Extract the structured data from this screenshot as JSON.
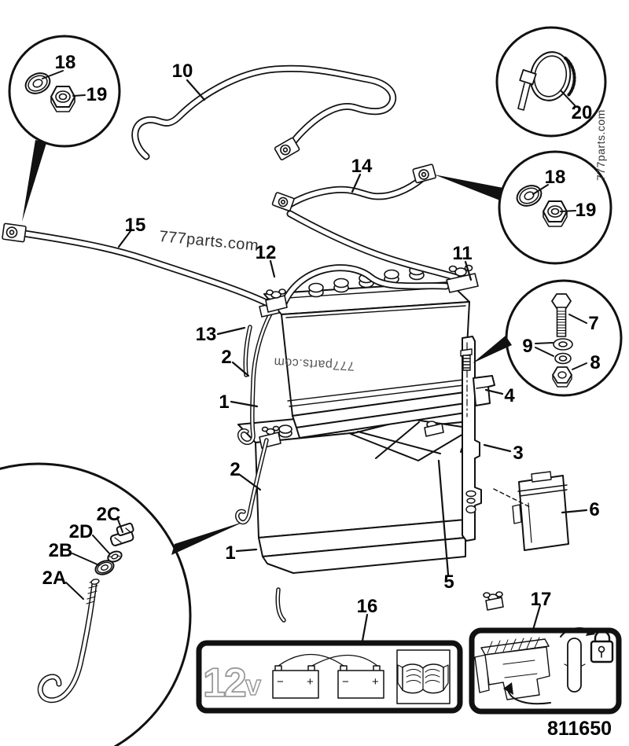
{
  "diagram": {
    "part_number": "811650",
    "watermarks": {
      "mid": "777parts.com",
      "right_vertical": "777parts.com",
      "on_battery": "777parts.com"
    },
    "callouts": {
      "c18_top_left": "18",
      "c19_top_left": "19",
      "c10": "10",
      "c14": "14",
      "c20": "20",
      "c18_right": "18",
      "c19_right": "19",
      "c15": "15",
      "c12": "12",
      "c11": "11",
      "c13": "13",
      "c2_upper": "2",
      "c1_upper": "1",
      "c7": "7",
      "c9": "9",
      "c8": "8",
      "c4": "4",
      "c3": "3",
      "c2_lower": "2",
      "c6": "6",
      "c1_lower": "1",
      "c5": "5",
      "c2C": "2C",
      "c2D": "2D",
      "c2B": "2B",
      "c2A": "2A",
      "c16": "16",
      "c17": "17"
    },
    "box16": {
      "voltage_number": "12",
      "voltage_unit": "v",
      "battery1_neg": "−",
      "battery1_pos": "+",
      "battery2_neg": "−",
      "battery2_pos": "+"
    }
  }
}
